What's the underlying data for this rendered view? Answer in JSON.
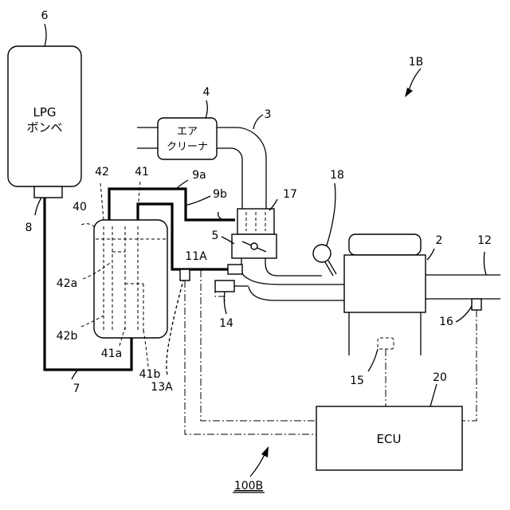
{
  "refs": {
    "system": "1B",
    "engine": "2",
    "intake_pipe": "3",
    "air_cleaner": "4",
    "throttle": "5",
    "lpg_tank": "6",
    "fuel_line_7": "7",
    "valve_8": "8",
    "line_9a": "9a",
    "line_9b": "9b",
    "exhaust_12": "12",
    "sensor_11a": "11A",
    "sensor_13a": "13A",
    "sensor_14": "14",
    "sensor_15": "15",
    "sensor_16": "16",
    "part_17": "17",
    "part_18": "18",
    "ecu_ref": "20",
    "regulator": "40",
    "part_41": "41",
    "part_41a": "41a",
    "part_41b": "41b",
    "part_42": "42",
    "part_42a": "42a",
    "part_42b": "42b",
    "assembly": "100B"
  },
  "texts": {
    "tank_line1": "LPG",
    "tank_line2": "ボンベ",
    "air_cleaner_line1": "エア",
    "air_cleaner_line2": "クリーナ",
    "ecu": "ECU"
  }
}
